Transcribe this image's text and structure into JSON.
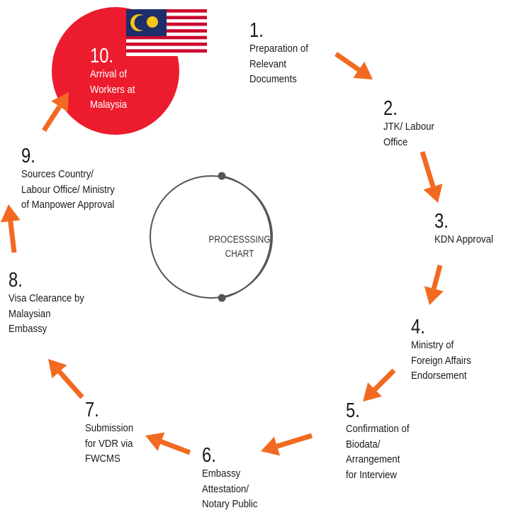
{
  "center": {
    "line1": "PROCESSSING",
    "line2": "CHART"
  },
  "colors": {
    "arrow": "#f26a21",
    "highlight": "#ec1c2e",
    "ring": "#555555"
  },
  "steps": [
    {
      "number": "1.",
      "label": "Preparation of\nRelevant\nDocuments"
    },
    {
      "number": "2.",
      "label": "JTK/ Labour\nOffice"
    },
    {
      "number": "3.",
      "label": "KDN Approval"
    },
    {
      "number": "4.",
      "label": "Ministry of\nForeign Affairs\nEndorsement"
    },
    {
      "number": "5.",
      "label": "Confirmation of\nBiodata/\nArrangement\nfor Interview"
    },
    {
      "number": "6.",
      "label": "Embassy\nAttestation/\nNotary Public"
    },
    {
      "number": "7.",
      "label": "Submission\nfor VDR via\nFWCMS"
    },
    {
      "number": "8.",
      "label": "Visa Clearance by\nMalaysian\nEmbassy"
    },
    {
      "number": "9.",
      "label": "Sources Country/\nLabour Office/ Ministry\nof Manpower Approval"
    },
    {
      "number": "10.",
      "label": "Arrival of\nWorkers at\nMalaysia"
    }
  ]
}
